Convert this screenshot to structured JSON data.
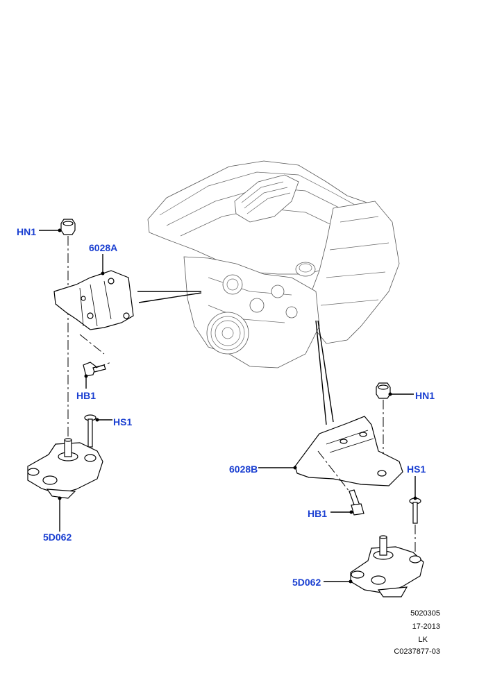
{
  "diagram": {
    "callouts": {
      "hn1_left": "HN1",
      "bracket_left": "6028A",
      "hb1_left": "HB1",
      "hs1_left": "HS1",
      "mount_left": "5D062",
      "hn1_right": "HN1",
      "bracket_right": "6028B",
      "hs1_right": "HS1",
      "hb1_right": "HB1",
      "mount_right": "5D062"
    },
    "callout_color": "#1a3fd1",
    "footer": {
      "ref_number": "5020305",
      "date": "17-2013",
      "code": "LK",
      "illustration_id": "C0237877-03"
    }
  }
}
